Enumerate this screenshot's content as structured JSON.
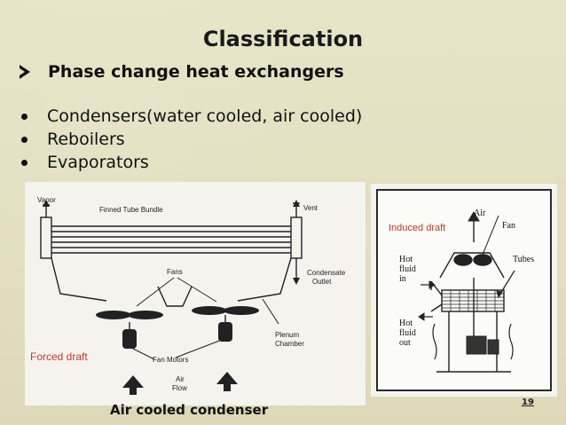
{
  "title": "Classification",
  "subhead": "Phase change heat exchangers",
  "bullets": [
    "Condensers(water cooled, air cooled)",
    "Reboilers",
    "Evaporators"
  ],
  "left_figure": {
    "labels": {
      "vapor": "Vapor",
      "finned_tube_bundle": "Finned Tube Bundle",
      "vent": "Vent",
      "fans": "Fans",
      "condensate": "Condensate",
      "outlet": "Outlet",
      "plenum": "Plenum",
      "chamber": "Chamber",
      "fan_motors": "Fan Motors",
      "air": "Air",
      "flow": "Flow"
    },
    "annotation": "Forced  draft"
  },
  "right_figure": {
    "labels": {
      "air": "Air",
      "fan": "Fan",
      "hot": "Hot",
      "fluid": "fluid",
      "in": "in",
      "tubes": "Tubes",
      "out": "out"
    },
    "annotation": "Induced draft"
  },
  "caption": "Air cooled condenser",
  "page_number": "19"
}
